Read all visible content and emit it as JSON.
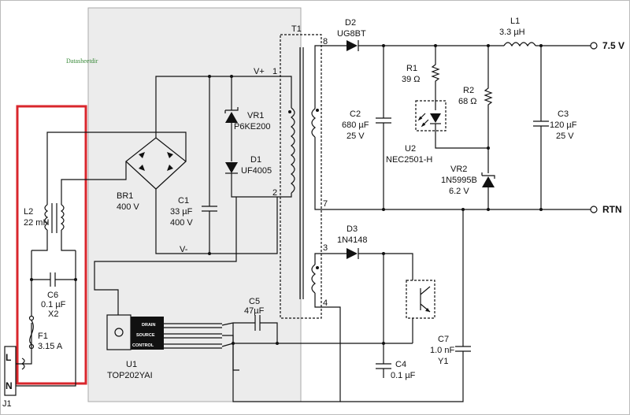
{
  "watermark": "Datasheetdir",
  "components": {
    "T1": {
      "ref": "T1",
      "pins": [
        "8",
        "1",
        "2",
        "7",
        "3",
        "4"
      ],
      "v_plus": "V+"
    },
    "D2": {
      "ref": "D2",
      "part": "UG8BT"
    },
    "L1": {
      "ref": "L1",
      "value": "3.3 µH"
    },
    "output": {
      "v_label": "7.5 V",
      "rtn_label": "RTN"
    },
    "R1": {
      "ref": "R1",
      "value": "39 Ω"
    },
    "R2": {
      "ref": "R2",
      "value": "68 Ω"
    },
    "C2": {
      "ref": "C2",
      "value": "680 µF",
      "voltage": "25 V"
    },
    "C3": {
      "ref": "C3",
      "value": "120 µF",
      "voltage": "25 V"
    },
    "U2": {
      "ref": "U2",
      "part": "NEC2501-H"
    },
    "VR2": {
      "ref": "VR2",
      "part": "1N5995B",
      "voltage": "6.2 V"
    },
    "VR1": {
      "ref": "VR1",
      "part": "P6KE200"
    },
    "D1": {
      "ref": "D1",
      "part": "UF4005"
    },
    "BR1": {
      "ref": "BR1",
      "value": "400 V"
    },
    "C1": {
      "ref": "C1",
      "value": "33 µF",
      "voltage": "400 V"
    },
    "v_minus": "V-",
    "L2": {
      "ref": "L2",
      "value": "22 mH"
    },
    "C6": {
      "ref": "C6",
      "value": "0.1 µF",
      "class": "X2"
    },
    "F1": {
      "ref": "F1",
      "value": "3.15 A"
    },
    "J1": {
      "ref": "J1",
      "pin_l": "L",
      "pin_n": "N"
    },
    "D3": {
      "ref": "D3",
      "part": "1N4148"
    },
    "C5": {
      "ref": "C5",
      "value": "47µF"
    },
    "C4": {
      "ref": "C4",
      "value": "0.1 µF"
    },
    "C7": {
      "ref": "C7",
      "value": "1.0 nF",
      "class": "Y1"
    },
    "U1": {
      "ref": "U1",
      "part": "TOP202YAI",
      "pins": [
        "DRAIN",
        "SOURCE",
        "CONTROL"
      ]
    }
  },
  "colors": {
    "highlight_box": "#d9262c",
    "shaded_region": "#ececec",
    "watermark": "#3a8a3a"
  }
}
